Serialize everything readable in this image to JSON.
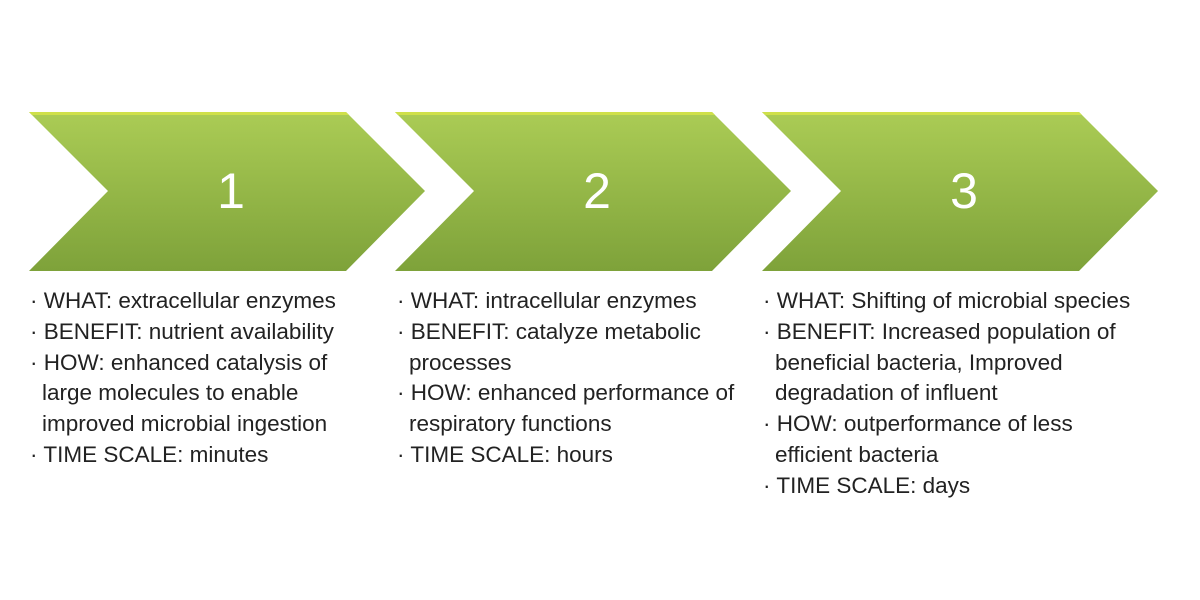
{
  "colors": {
    "top": "#a9ca52",
    "bottom": "#7fa33a",
    "highlight": "#cfe04a",
    "text": "#222222"
  },
  "steps": [
    {
      "number": "1",
      "items": [
        "· WHAT: extracellular enzymes",
        "· BENEFIT: nutrient availability",
        "· HOW: enhanced catalysis of large molecules to enable improved microbial ingestion",
        "· TIME SCALE: minutes"
      ]
    },
    {
      "number": "2",
      "items": [
        "· WHAT: intracellular enzymes",
        "· BENEFIT: catalyze metabolic processes",
        "· HOW: enhanced performance of respiratory functions",
        "· TIME SCALE: hours"
      ]
    },
    {
      "number": "3",
      "items": [
        "· WHAT: Shifting of microbial species",
        "· BENEFIT: Increased population of beneficial bacteria, Improved degradation of influent",
        "· HOW: outperformance of less efficient bacteria",
        "· TIME SCALE: days"
      ]
    }
  ]
}
